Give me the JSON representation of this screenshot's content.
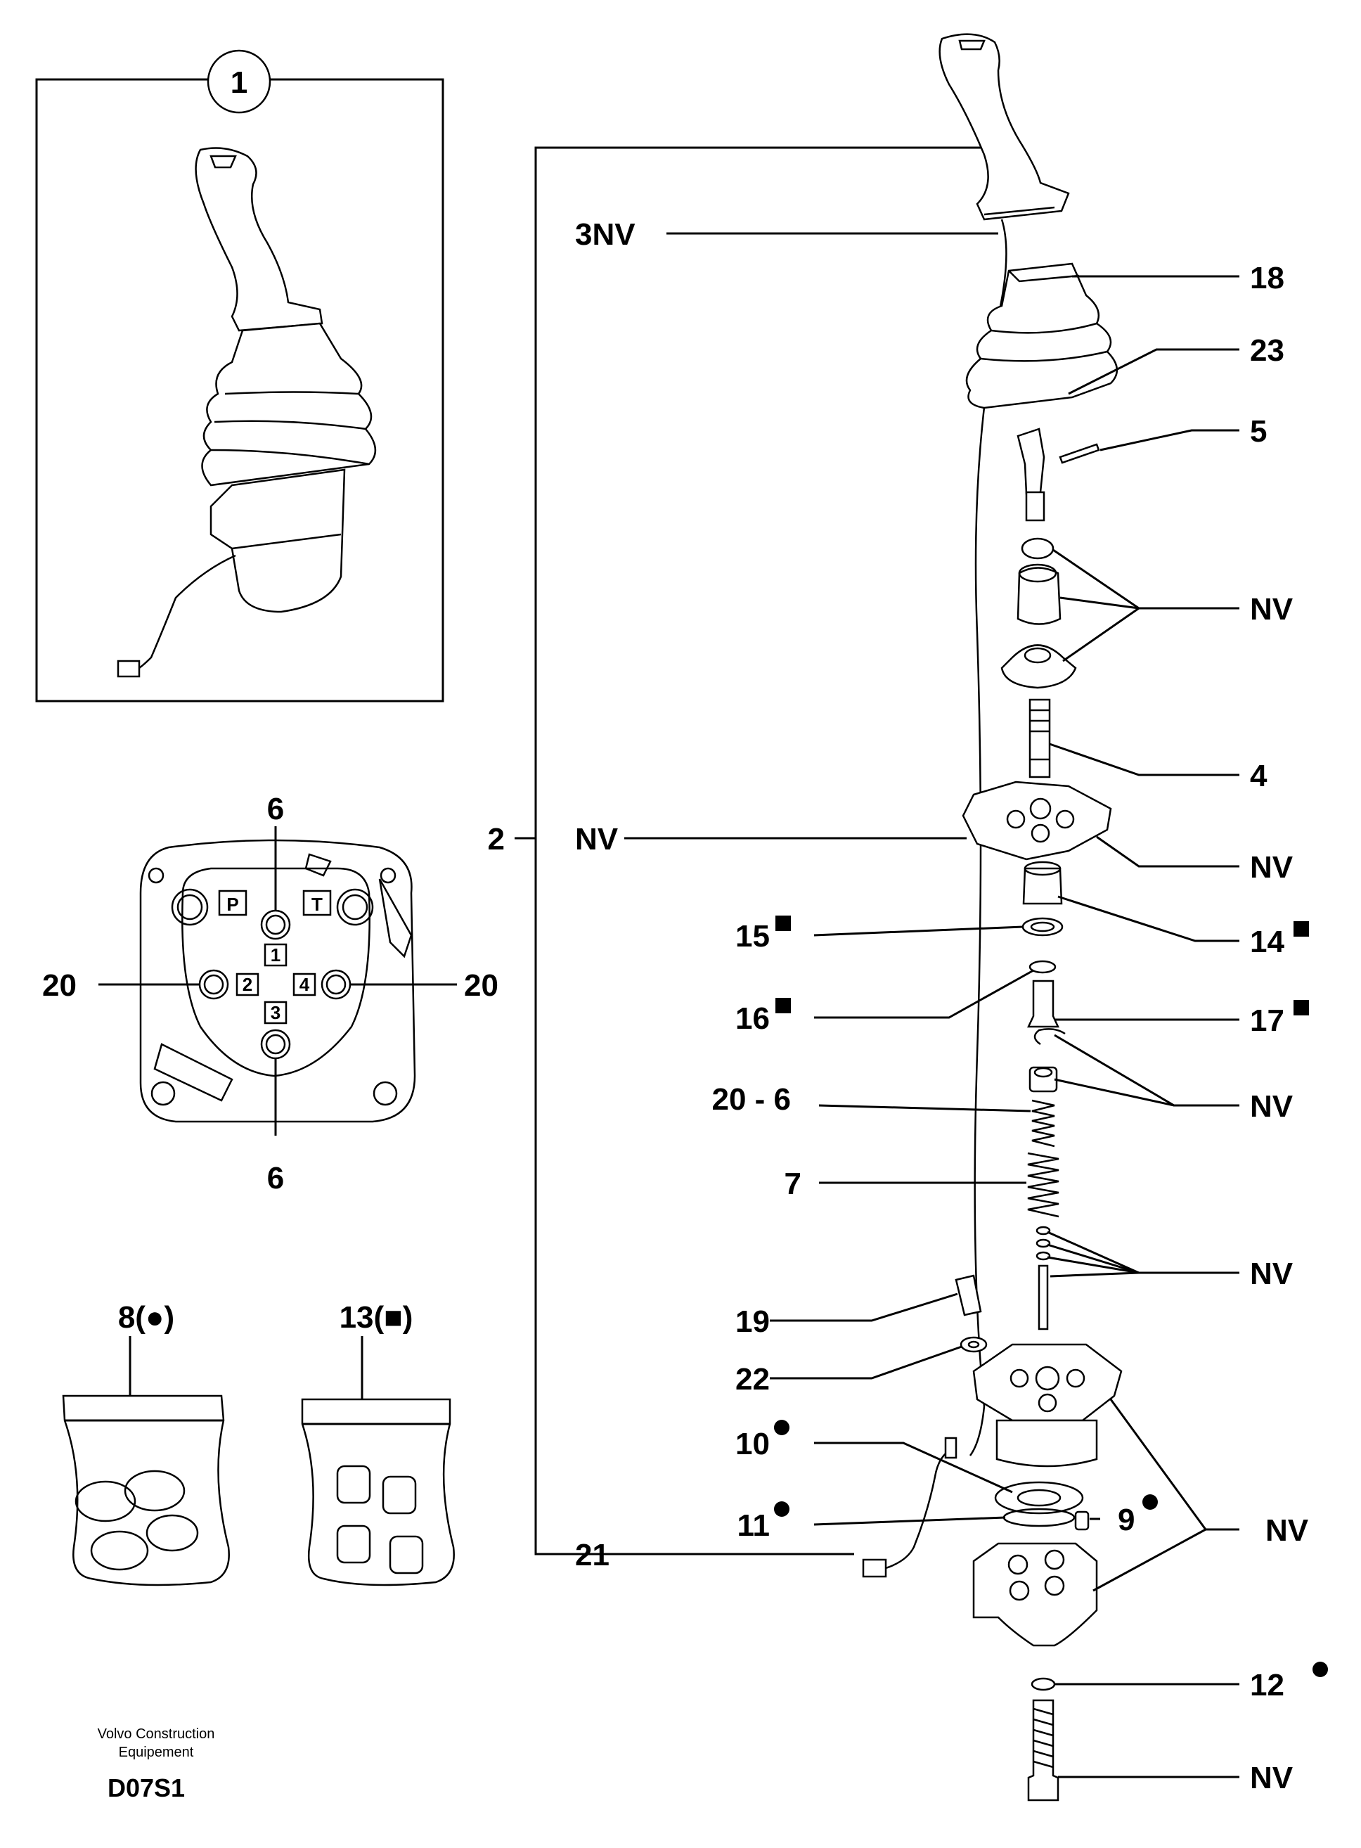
{
  "inset": {
    "label": "1"
  },
  "callouts": {
    "c3nv": "3NV",
    "c18": "18",
    "c23": "23",
    "c5": "5",
    "nv_top": "NV",
    "c4": "4",
    "c2": "2",
    "c2nv": "NV",
    "nv_plate": "NV",
    "c14": "14",
    "c15": "15",
    "c16": "16",
    "c17": "17",
    "c20_6": "20 - 6",
    "nv_clip": "NV",
    "c7": "7",
    "nv_washers": "NV",
    "c19": "19",
    "c22": "22",
    "c10": "10",
    "c11": "11",
    "c9": "9",
    "nv_body": "NV",
    "c21": "21",
    "c12": "12",
    "nv_bolt": "NV"
  },
  "port_view": {
    "top_label": "6",
    "bottom_label": "6",
    "left_label": "20",
    "right_label": "20",
    "port_p": "P",
    "port_t": "T",
    "port_1": "1",
    "port_2": "2",
    "port_3": "3",
    "port_4": "4"
  },
  "kits": {
    "kit8_label": "8(●)",
    "kit13_label": "13(■)"
  },
  "footer": {
    "brand_line1": "Volvo Construction",
    "brand_line2": "Equipement",
    "code": "D07S1"
  }
}
